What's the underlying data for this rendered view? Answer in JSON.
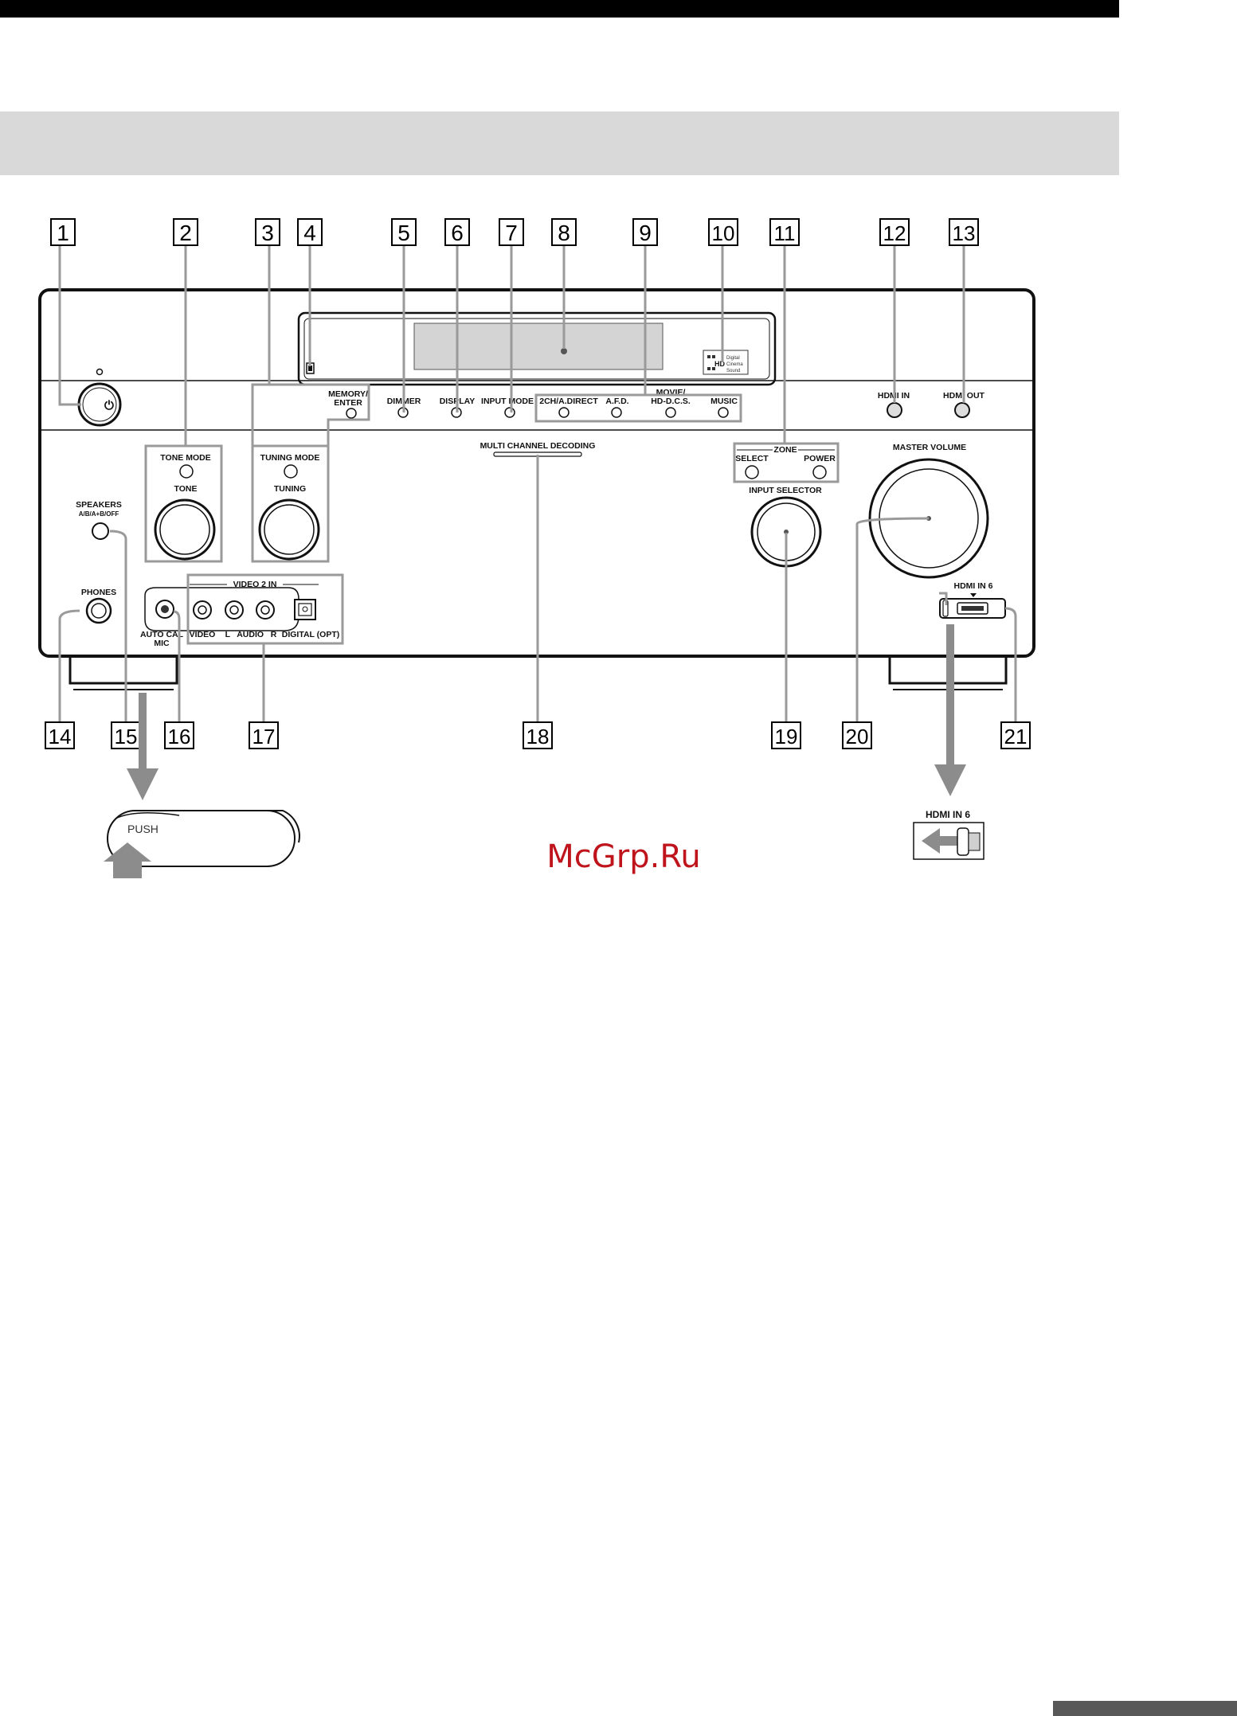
{
  "watermark": "McGrp.Ru",
  "callouts": [
    "1",
    "2",
    "3",
    "4",
    "5",
    "6",
    "7",
    "8",
    "9",
    "10",
    "11",
    "12",
    "13",
    "14",
    "15",
    "16",
    "17",
    "18",
    "19",
    "20",
    "21"
  ],
  "receiver": {
    "tone_mode": "TONE MODE",
    "tone": "TONE",
    "tuning_mode": "TUNING MODE",
    "tuning": "TUNING",
    "memory_enter": [
      "MEMORY/",
      "ENTER"
    ],
    "dimmer": "DIMMER",
    "display": "DISPLAY",
    "input_mode": "INPUT MODE",
    "two_ch": "2CH/A.DIRECT",
    "afd": "A.F.D.",
    "movie": [
      "MOVIE/",
      "HD-D.C.S."
    ],
    "music": "MUSIC",
    "hdmi_in": "HDMI IN",
    "hdmi_out": "HDMI OUT",
    "multi_channel": "MULTI CHANNEL DECODING",
    "zone": "ZONE",
    "select": "SELECT",
    "power": "POWER",
    "input_selector": "INPUT SELECTOR",
    "master_volume": "MASTER VOLUME",
    "speakers": [
      "SPEAKERS",
      "A/B/A+B/OFF"
    ],
    "phones": "PHONES",
    "video2_in": "VIDEO 2 IN",
    "auto_cal": [
      "AUTO CAL",
      "MIC"
    ],
    "video": "VIDEO",
    "audio": "L   AUDIO   R",
    "digital_opt": "DIGITAL (OPT)",
    "hdmi_in6": "HDMI IN 6",
    "hd_logo": "HD",
    "hd_logo_text": [
      "Digital",
      "Cinema",
      "Sound"
    ]
  },
  "inset_push": "PUSH",
  "inset_hdmi": "HDMI IN 6"
}
